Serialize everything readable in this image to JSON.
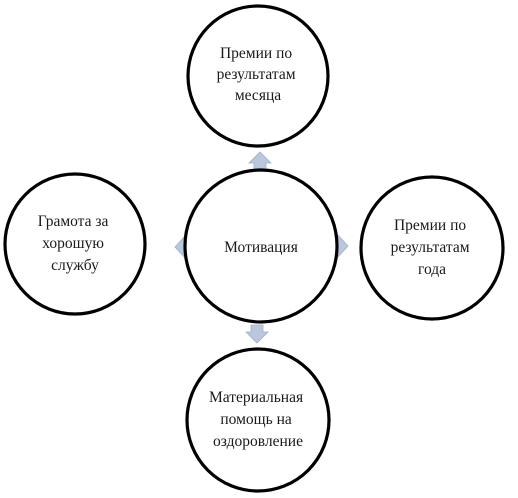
{
  "diagram": {
    "center": {
      "lines": [
        "Мотивация"
      ]
    },
    "top": {
      "lines": [
        "Премии по",
        "результатам",
        "месяца"
      ]
    },
    "right": {
      "lines": [
        "Премии по",
        "результатам",
        "года"
      ]
    },
    "bottom": {
      "lines": [
        "Материальная",
        "помощь на",
        "оздоровление"
      ]
    },
    "left": {
      "lines": [
        "Грамота  за",
        "хорошую",
        "службу"
      ]
    }
  },
  "colors": {
    "stroke": "#000000",
    "arrow_fill": "#b9c8dc",
    "text": "#1a1a1a"
  }
}
